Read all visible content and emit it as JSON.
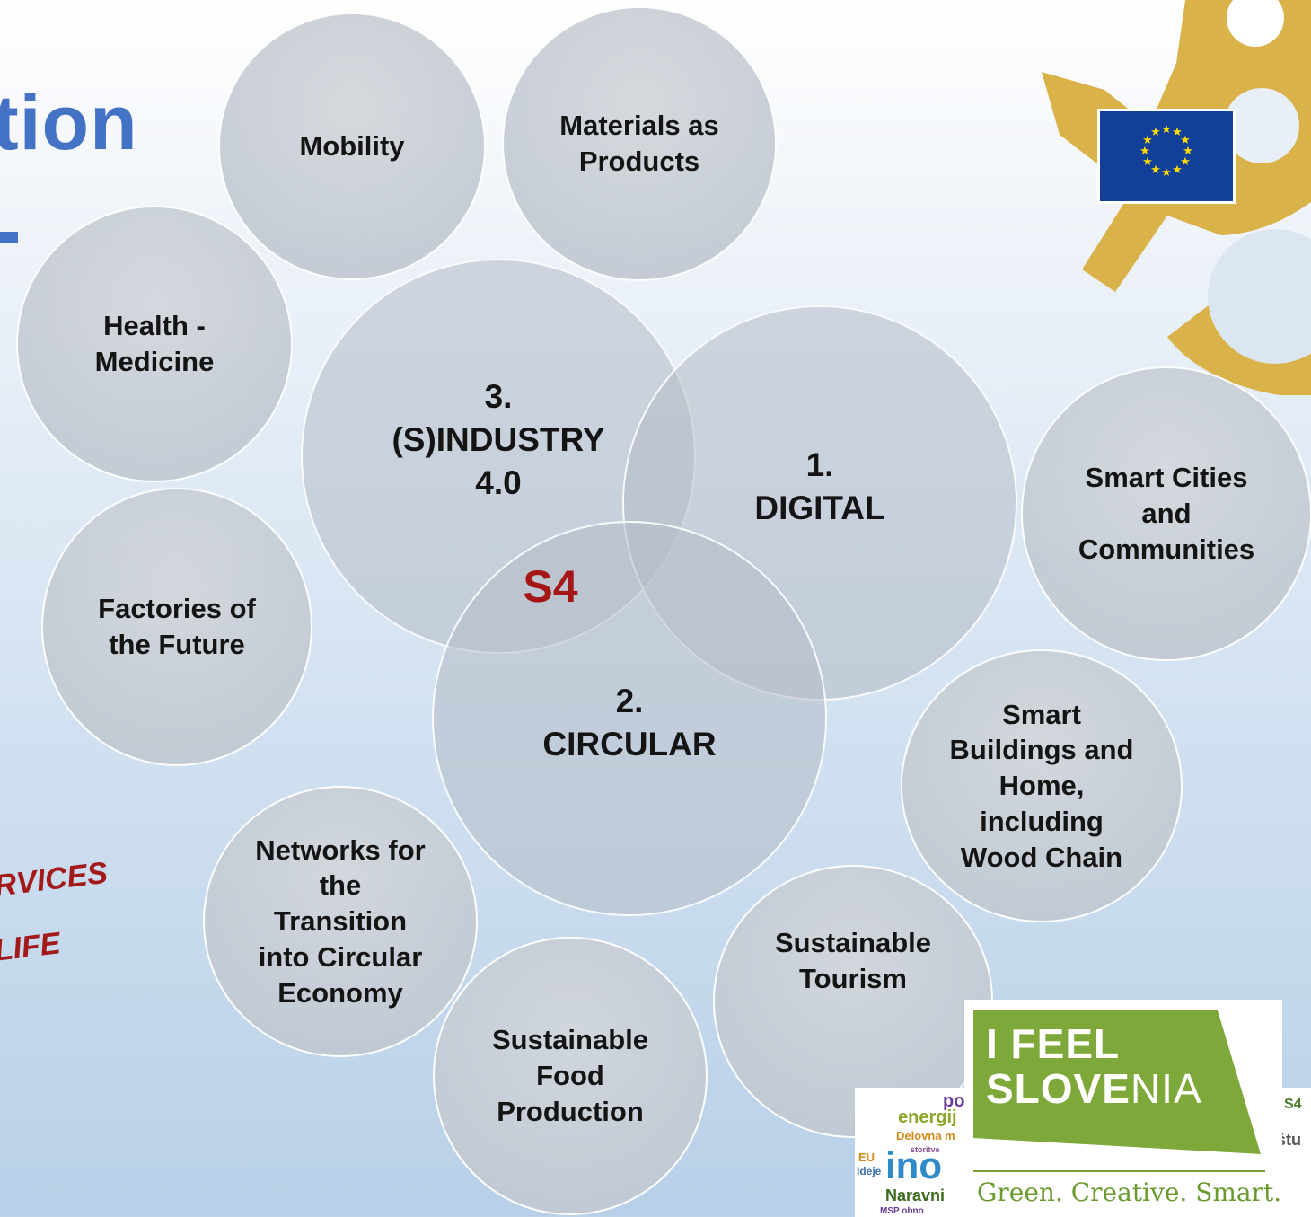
{
  "slide": {
    "title_fragment": "tion",
    "tagline_lines": [
      "RVICES",
      "LIFE"
    ]
  },
  "core_circles": {
    "industry": "3.\n(S)INDUSTRY\n4.0",
    "digital": "1.\nDIGITAL",
    "circular": "2.\nCIRCULAR",
    "center_label": "S4"
  },
  "topic_circles": {
    "mobility": "Mobility",
    "materials": "Materials as\nProducts",
    "health": "Health -\nMedicine",
    "factories": "Factories of\nthe Future",
    "smart_cities": "Smart Cities\nand\nCommunities",
    "smart_buildings": "Smart\nBuildings and\nHome,\nincluding\nWood Chain",
    "networks": "Networks for\nthe\nTransition\ninto Circular\nEconomy",
    "tourism": "Sustainable\nTourism",
    "food": "Sustainable\nFood\nProduction"
  },
  "logo": {
    "line1": "I FEEL",
    "line2_bold": "SLOVE",
    "line2_light": "NIA",
    "tagline": "Green. Creative. Smart.",
    "word_cloud": {
      "w1": "po",
      "w2": "energij",
      "w3": "Delovna m",
      "w4": "storitve",
      "w5": "EU",
      "w6": "Ideje",
      "w7": "ino",
      "w8": "Naravni",
      "w9": "MSP obno",
      "w10": "S4",
      "w11": "štu"
    }
  },
  "colors": {
    "title_blue": "#4472c4",
    "accent_red": "#a51616",
    "gold": "#d9b24a",
    "eu_blue": "#113f99",
    "eu_star": "#ffdd00",
    "logo_green": "#7fa83b"
  },
  "icons": {
    "eu_flag": "eu-flag-icon",
    "gold_symbol": "gold-sun-symbol-icon"
  }
}
